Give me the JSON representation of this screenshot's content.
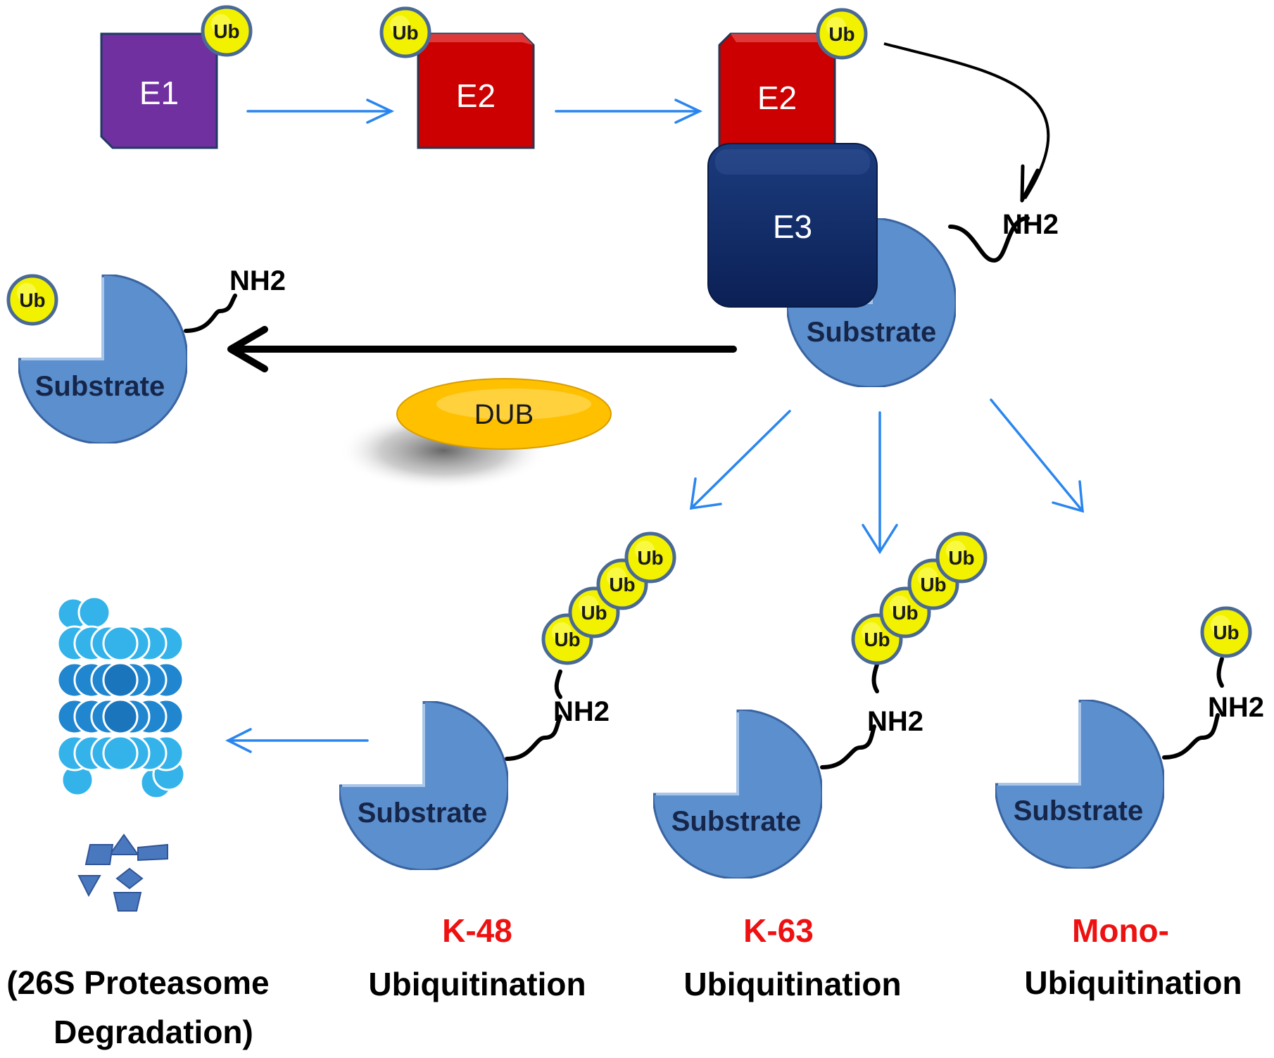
{
  "labels": {
    "e1": "E1",
    "e2": "E2",
    "e3": "E3",
    "ub": "Ub",
    "nh2": "NH2",
    "substrate": "Substrate",
    "dub": "DUB"
  },
  "captions": {
    "proteasome_line1": "(26S Proteasome",
    "proteasome_line2": "Degradation)",
    "k48_type": "K-48",
    "k63_type": "K-63",
    "mono_type": "Mono-",
    "ubiquitination": "Ubiquitination"
  },
  "colors": {
    "e1": "#7030a0",
    "e2": "#cc0000",
    "e3": "#0f2a63",
    "substrate": "#5b8fce",
    "ub": "#f2f200",
    "dub": "#ffc000",
    "flow_arrow": "#2a86ef",
    "caption_red": "#ee1111"
  }
}
